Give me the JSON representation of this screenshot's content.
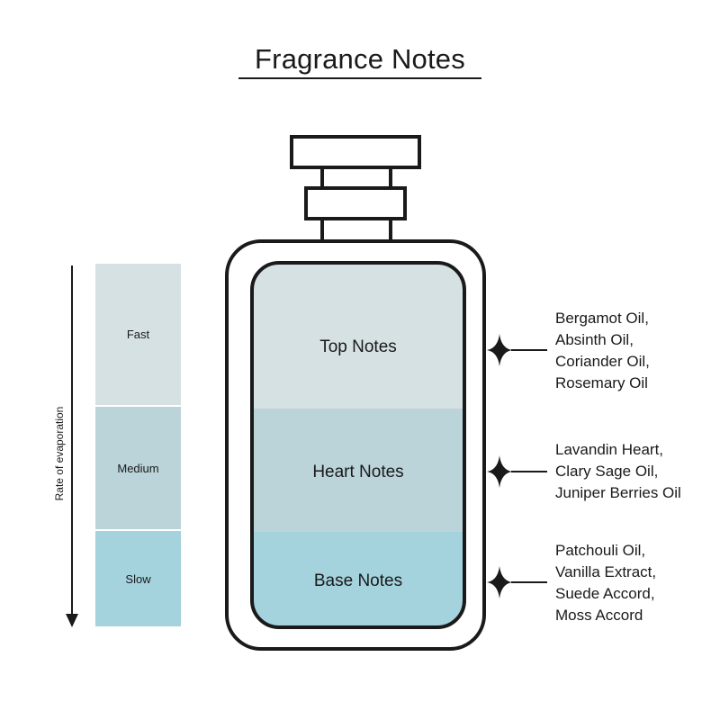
{
  "title": "Fragrance Notes",
  "rate_label": "Rate of evaporation",
  "rates": [
    {
      "label": "Fast",
      "color": "#d6e1e4"
    },
    {
      "label": "Medium",
      "color": "#bad4da"
    },
    {
      "label": "Slow",
      "color": "#a4d2dd"
    }
  ],
  "layers": [
    {
      "label": "Top Notes",
      "color": "#d6e1e4"
    },
    {
      "label": "Heart Notes",
      "color": "#bad4da"
    },
    {
      "label": "Base Notes",
      "color": "#a4d2dd"
    }
  ],
  "ingredients": {
    "top": [
      "Bergamot Oil,",
      "Absinth Oil,",
      "Coriander Oil,",
      "Rosemary Oil"
    ],
    "heart": [
      "Lavandin Heart,",
      "Clary Sage Oil,",
      "Juniper Berries Oil"
    ],
    "base": [
      "Patchouli Oil,",
      "Vanilla Extract,",
      "Suede Accord,",
      "Moss Accord"
    ]
  },
  "colors": {
    "outline": "#1a1a1a"
  }
}
